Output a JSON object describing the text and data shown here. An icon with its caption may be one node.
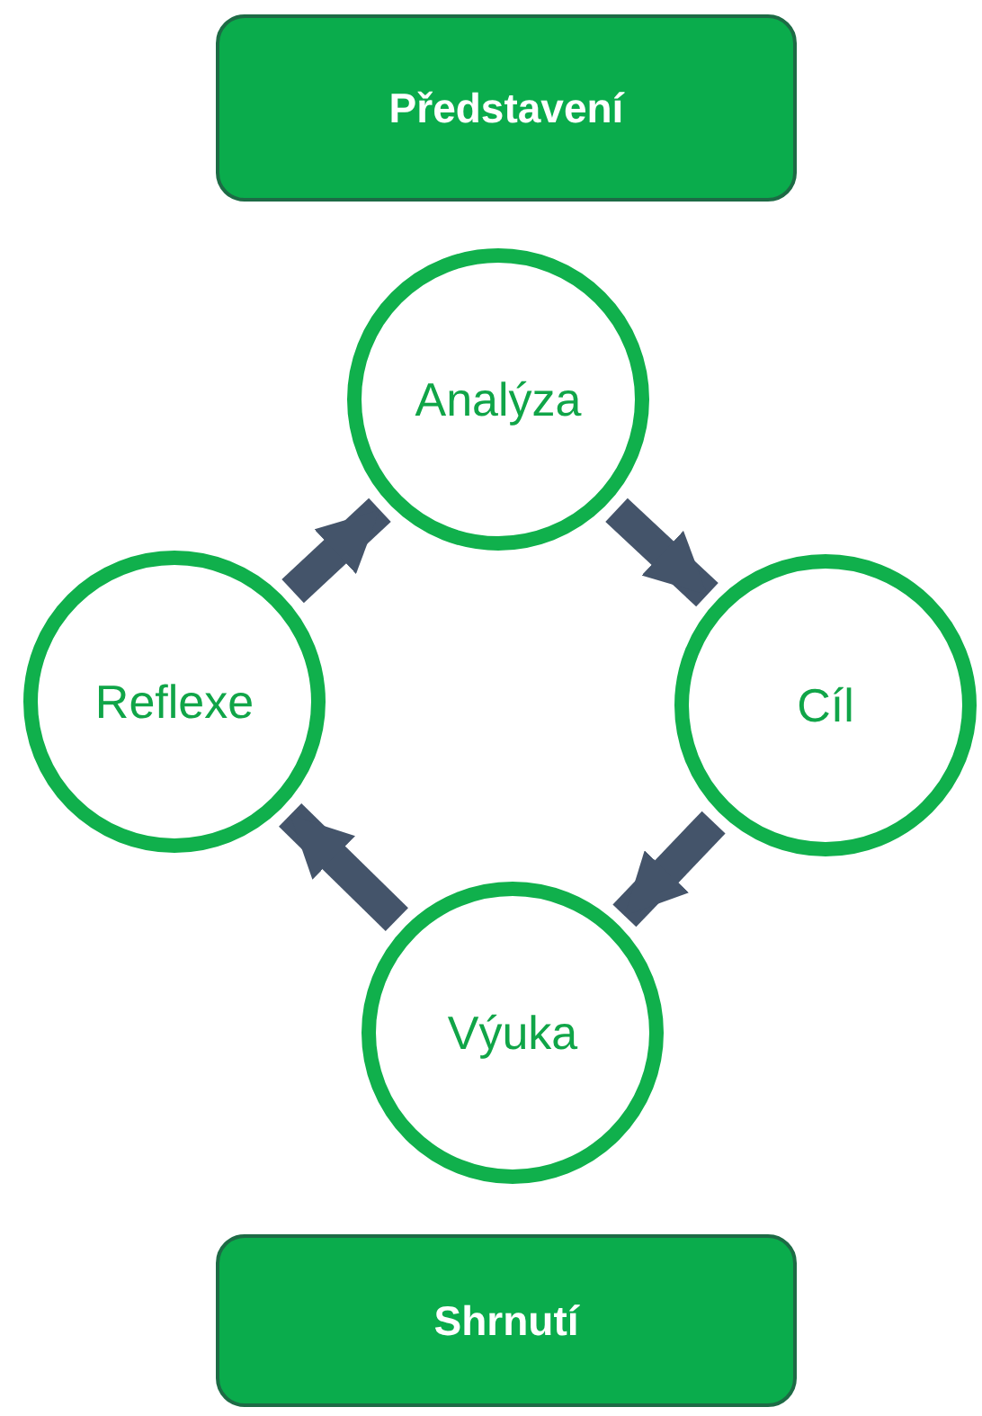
{
  "diagram": {
    "nodes": [
      {
        "text": [
          "Představení"
        ]
      },
      {
        "text": [
          "Analýza"
        ]
      },
      {
        "text": [
          "Cíl"
        ]
      },
      {
        "text": [
          "Výuka"
        ]
      },
      {
        "text": [
          "Reflexe"
        ]
      },
      {
        "text": [
          "Shrnutí"
        ]
      }
    ],
    "edges": [
      {
        "from": 1,
        "to": 2,
        "arrow": "to"
      },
      {
        "from": 2,
        "to": 3,
        "arrow": "to"
      },
      {
        "from": 3,
        "to": 4,
        "arrow": "to"
      },
      {
        "from": 4,
        "to": 1,
        "arrow": "to"
      }
    ]
  }
}
